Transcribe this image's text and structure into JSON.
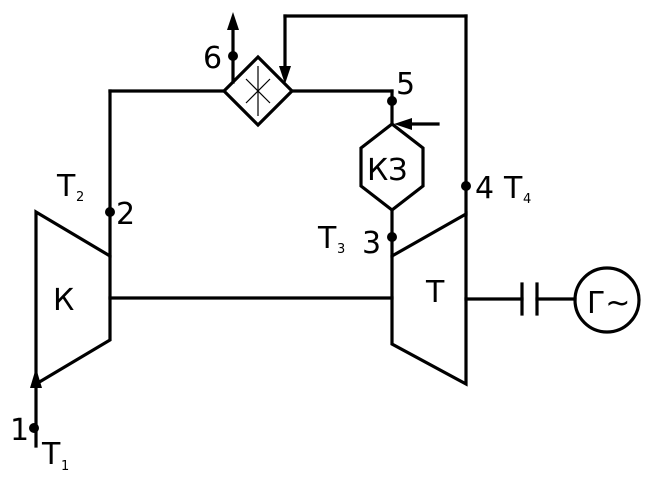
{
  "diagram": {
    "compressor": {
      "label": "К"
    },
    "turbine": {
      "label": "Т"
    },
    "combustor": {
      "label": "КЗ"
    },
    "generator": {
      "label": "Г~"
    },
    "points": [
      {
        "id": "1",
        "label": "1",
        "temp": "T",
        "temp_sub": "1"
      },
      {
        "id": "2",
        "label": "2",
        "temp": "T",
        "temp_sub": "2"
      },
      {
        "id": "3",
        "label": "3",
        "temp": "T",
        "temp_sub": "3"
      },
      {
        "id": "4",
        "label": "4",
        "temp": "T",
        "temp_sub": "4"
      },
      {
        "id": "5",
        "label": "5"
      },
      {
        "id": "6",
        "label": "6"
      }
    ]
  }
}
